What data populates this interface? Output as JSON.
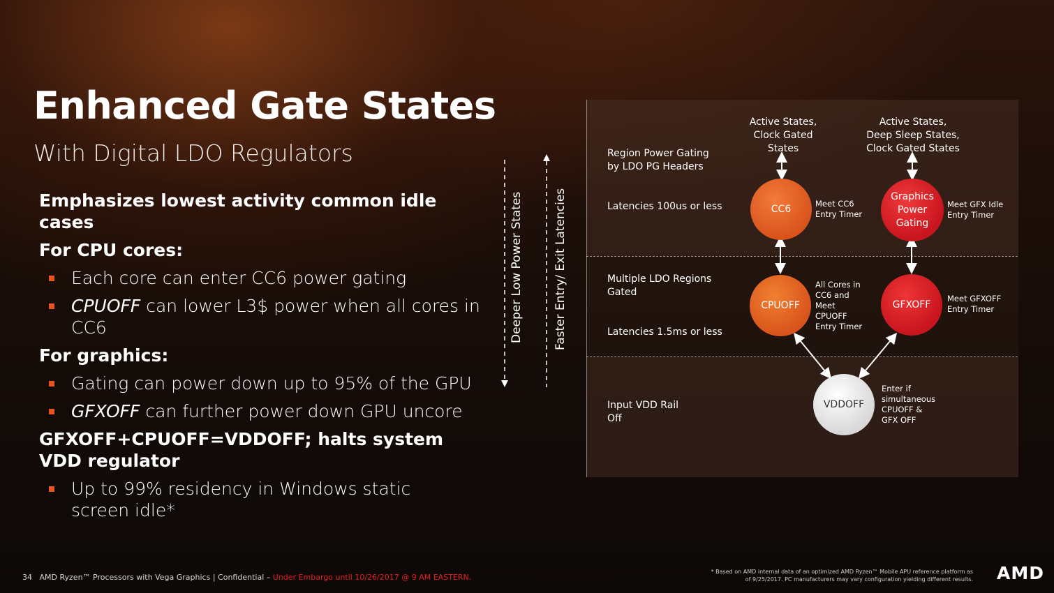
{
  "slide": {
    "title": "Enhanced Gate States",
    "subtitle": "With Digital LDO Regulators"
  },
  "bullets": {
    "h1": "Emphasizes lowest activity common idle cases",
    "h2": "For CPU cores:",
    "cpu_1": "Each core can enter CC6 power gating",
    "cpu_2_em": "CPUOFF",
    "cpu_2_rest": " can lower L3$ power when all cores in CC6",
    "h3": "For graphics:",
    "gfx_1": "Gating can power down up to 95% of the GPU",
    "gfx_2_em": "GFXOFF",
    "gfx_2_rest": " can further power down GPU uncore",
    "h4": "GFXOFF+CPUOFF=VDDOFF; halts system VDD regulator",
    "vdd_1": "Up to 99% residency in Windows static screen idle*"
  },
  "axes": {
    "deeper": "Deeper Low Power States",
    "faster": "Faster Entry/ Exit Latencies"
  },
  "diagram": {
    "top_cpu": "Active States, Clock Gated States",
    "top_gfx": "Active States, Deep Sleep States, Clock Gated States",
    "region1_label": "Region Power Gating by LDO PG Headers",
    "region1_latency": "Latencies 100us or less",
    "region2_label": "Multiple LDO Regions Gated",
    "region2_latency": "Latencies 1.5ms or less",
    "region3_label": "Input VDD Rail Off",
    "cc6": "CC6",
    "cc6_note": "Meet CC6 Entry Timer",
    "gpg": "Graphics Power Gating",
    "gpg_note": "Meet GFX Idle Entry Timer",
    "cpuoff": "CPUOFF",
    "cpuoff_note": "All Cores in CC6 and Meet CPUOFF Entry Timer",
    "gfxoff": "GFXOFF",
    "gfxoff_note": "Meet GFXOFF Entry Timer",
    "vddoff": "VDDOFF",
    "vddoff_note": "Enter if simultaneous CPUOFF & GFX OFF"
  },
  "footer": {
    "page": "34",
    "text": "AMD Ryzen™ Processors with Vega Graphics",
    "sep": "|",
    "conf": "Confidential –",
    "embargo": "Under Embargo until 10/26/2017 @ 9 AM EASTERN.",
    "fineprint": "* Based on AMD internal data of an optimized AMD Ryzen™ Mobile APU reference platform as of 9/25/2017. PC manufacturers may vary configuration yielding different results.",
    "logo": "AMD"
  },
  "colors": {
    "accent_orange": "#d9541c",
    "accent_red": "#c8151e",
    "bullet": "#e8531f"
  }
}
